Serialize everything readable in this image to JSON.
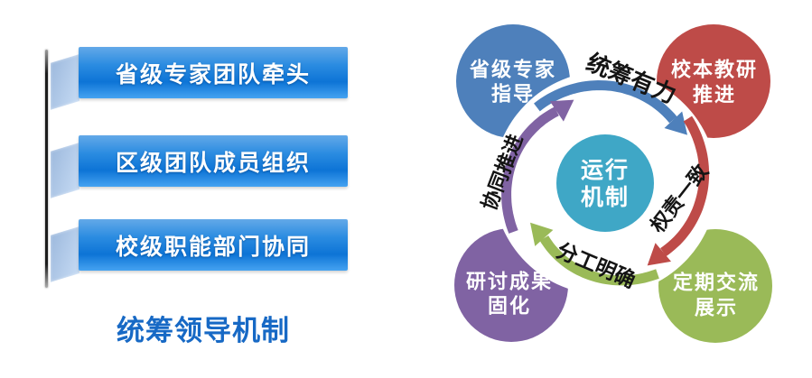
{
  "theme": {
    "bar-grad-top": "#63a9e8",
    "bar-grad-mid": "#0d74d6",
    "bar-grad-bottom": "#46a3f1",
    "tab-fill": "#9db9dd",
    "tab-fill-light": "#c6dbf4",
    "rod-dark": "#1c1c1c",
    "title-blue": "#1769c5",
    "arc-label": "#141414"
  },
  "left_panel": {
    "items": [
      {
        "label": "省级专家团队牵头"
      },
      {
        "label": "区级团队成员组织"
      },
      {
        "label": "校级职能部门协同"
      }
    ],
    "title": "统筹领导机制"
  },
  "cycle_diagram": {
    "center": {
      "lines": [
        "运行",
        "机制"
      ],
      "color": "#3FA7C6"
    },
    "nodes": [
      {
        "id": "provincial-guidance",
        "lines": [
          "省级专家",
          "指导"
        ],
        "color": "#4E80BB"
      },
      {
        "id": "school-research",
        "lines": [
          "校本教研",
          "推进"
        ],
        "color": "#BE4B48"
      },
      {
        "id": "regular-exchange",
        "lines": [
          "定期交流",
          "展示"
        ],
        "color": "#9ABA58"
      },
      {
        "id": "results-consolidation",
        "lines": [
          "研讨成果",
          "固化"
        ],
        "color": "#8063A3"
      }
    ],
    "arrows": [
      {
        "key": "strong-coordination",
        "label": "统筹有力",
        "color": "#4E80BB"
      },
      {
        "key": "aligned-responsibility",
        "label": "权责一致",
        "color": "#BE4B48"
      },
      {
        "key": "clear-division",
        "label": "分工明确",
        "color": "#9ABA58"
      },
      {
        "key": "collaborative-advance",
        "label": "协同推进",
        "color": "#8063A3"
      }
    ]
  }
}
